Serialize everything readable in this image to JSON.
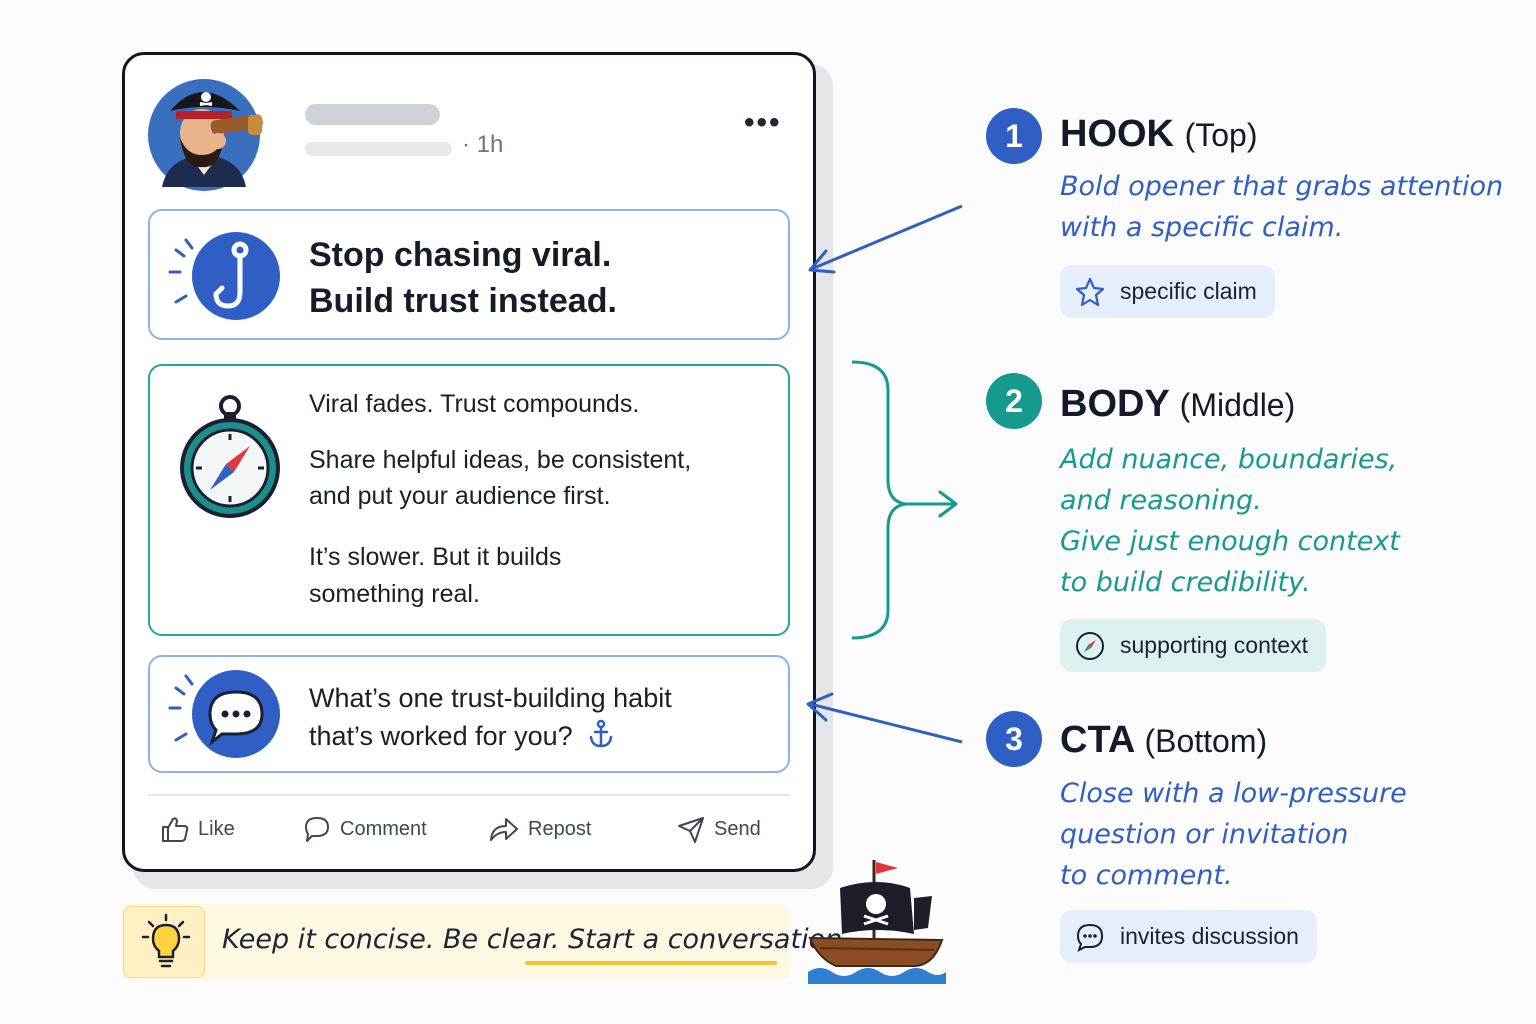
{
  "post": {
    "time": "1h",
    "menu": "•••",
    "hook_lines": [
      "Stop chasing viral.",
      "Build trust instead."
    ],
    "body_lines": [
      "Viral fades. Trust compounds.",
      "Share helpful ideas, be consistent,",
      "and put your audience first.",
      "It’s slower. But it builds",
      "something real."
    ],
    "cta_lines": [
      "What’s one trust-building habit",
      "that’s worked for you?"
    ],
    "actions": {
      "like": "Like",
      "comment": "Comment",
      "repost": "Repost",
      "send": "Send"
    }
  },
  "tip": {
    "text_plain": "Keep it concise. Be clear. ",
    "text_highlight": "Start a conversation."
  },
  "labels": [
    {
      "number": "1",
      "title": "HOOK",
      "position": "(Top)",
      "desc_lines": [
        "Bold opener that grabs attention",
        "with a specific claim."
      ],
      "chip": "specific claim"
    },
    {
      "number": "2",
      "title": "BODY",
      "position": "(Middle)",
      "desc_lines": [
        "Add nuance, boundaries,",
        "and reasoning.",
        "Give just enough context",
        "to build credibility."
      ],
      "chip": "supporting context"
    },
    {
      "number": "3",
      "title": "CTA",
      "position": "(Bottom)",
      "desc_lines": [
        "Close with a low-pressure",
        "question or invitation",
        "to comment."
      ],
      "chip": "invites discussion"
    }
  ],
  "colors": {
    "blue": "#2f5fc4",
    "teal": "#169a90",
    "card_border": "#12151c",
    "tip_bg": "#fff8e3"
  }
}
